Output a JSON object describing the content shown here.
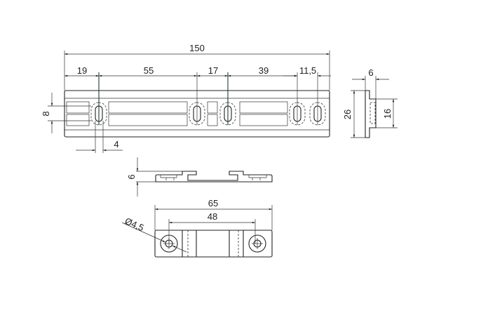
{
  "drawing": {
    "front_view": {
      "overall_length": "150",
      "segments": [
        "19",
        "55",
        "17",
        "39",
        "11,5"
      ],
      "slot_height": "8",
      "slot_width": "4"
    },
    "side_view": {
      "thickness": "6",
      "height": "26",
      "inner_height": "16"
    },
    "profile_view": {
      "height": "6"
    },
    "bottom_view": {
      "overall_length": "65",
      "hole_spacing": "48",
      "hole_diameter": "Ø4,5"
    }
  }
}
